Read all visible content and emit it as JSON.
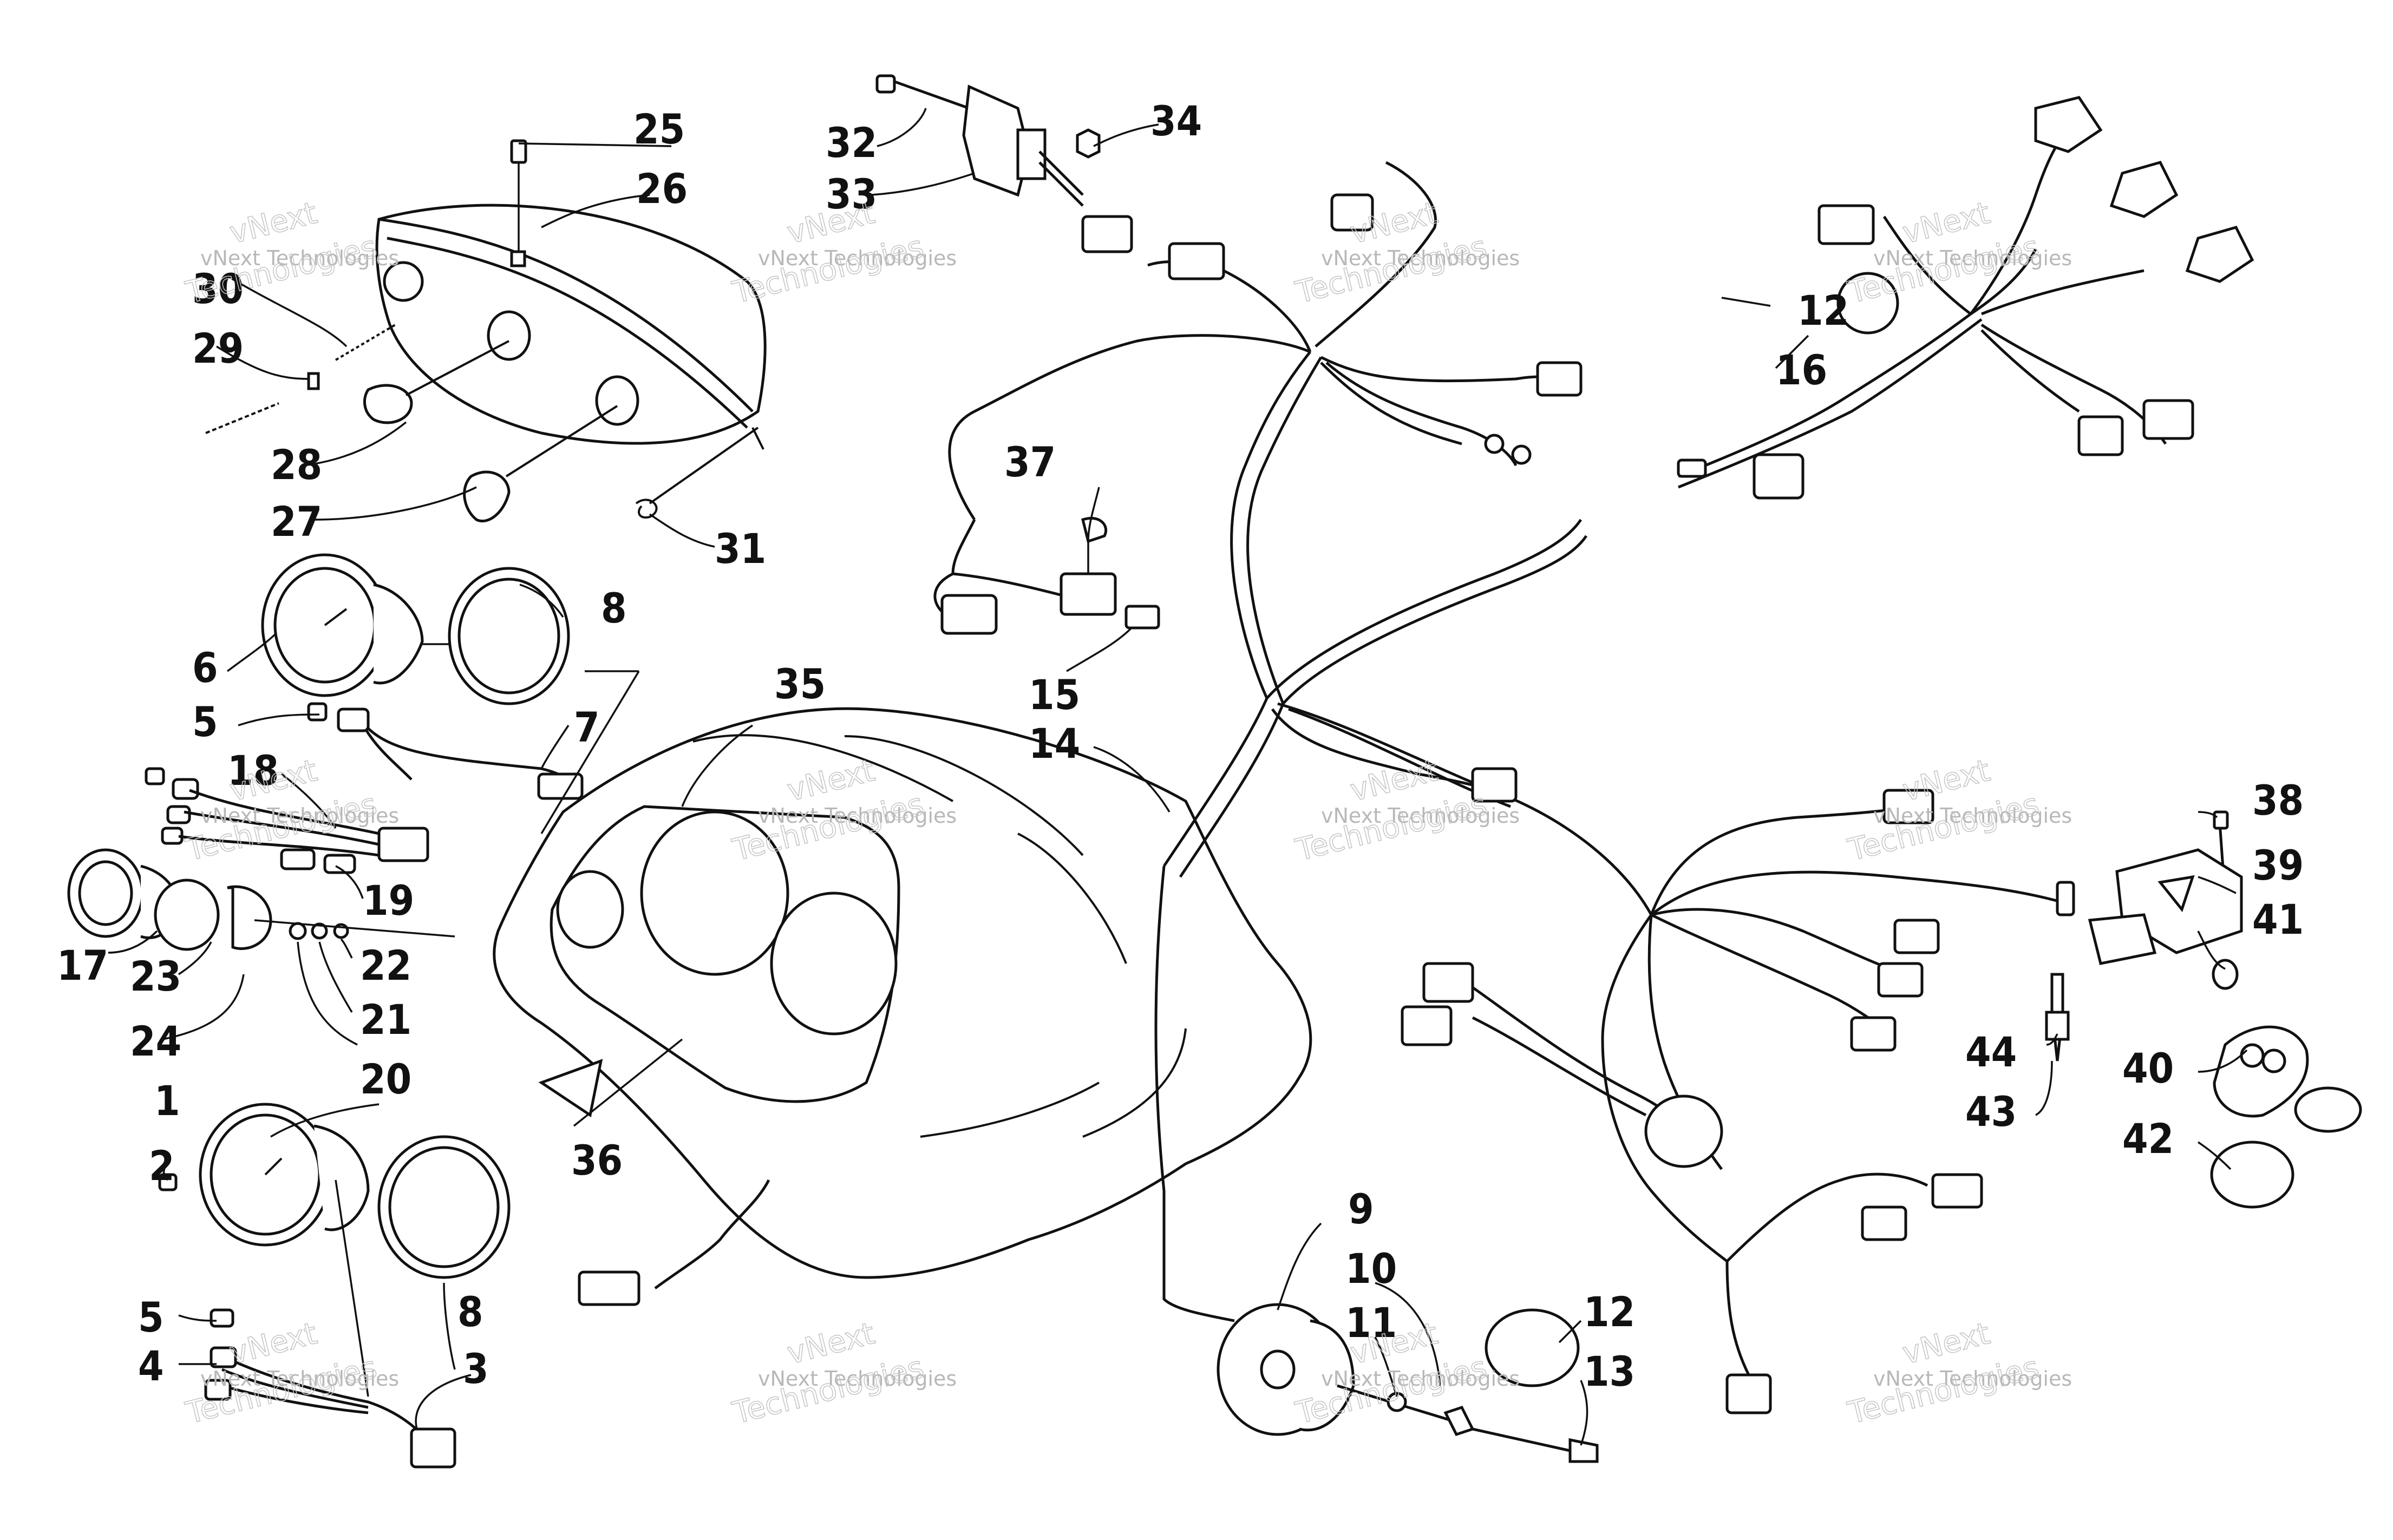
{
  "callouts": [
    {
      "label": "1"
    },
    {
      "label": "2"
    },
    {
      "label": "3"
    },
    {
      "label": "4"
    },
    {
      "label": "5"
    },
    {
      "label": "5"
    },
    {
      "label": "6"
    },
    {
      "label": "7"
    },
    {
      "label": "8"
    },
    {
      "label": "8"
    },
    {
      "label": "9"
    },
    {
      "label": "10"
    },
    {
      "label": "11"
    },
    {
      "label": "12"
    },
    {
      "label": "12"
    },
    {
      "label": "13"
    },
    {
      "label": "14"
    },
    {
      "label": "15"
    },
    {
      "label": "16"
    },
    {
      "label": "17"
    },
    {
      "label": "18"
    },
    {
      "label": "19"
    },
    {
      "label": "20"
    },
    {
      "label": "21"
    },
    {
      "label": "22"
    },
    {
      "label": "23"
    },
    {
      "label": "24"
    },
    {
      "label": "25"
    },
    {
      "label": "26"
    },
    {
      "label": "27"
    },
    {
      "label": "28"
    },
    {
      "label": "29"
    },
    {
      "label": "30"
    },
    {
      "label": "31"
    },
    {
      "label": "32"
    },
    {
      "label": "33"
    },
    {
      "label": "34"
    },
    {
      "label": "35"
    },
    {
      "label": "36"
    },
    {
      "label": "37"
    },
    {
      "label": "38"
    },
    {
      "label": "39"
    },
    {
      "label": "40"
    },
    {
      "label": "41"
    },
    {
      "label": "42"
    },
    {
      "label": "43"
    },
    {
      "label": "44"
    }
  ],
  "watermark": {
    "line1": "vNext Technologies",
    "line2": "vNext",
    "line3": "Technologies"
  },
  "colors": {
    "ink": "#111111",
    "bezel_fill": "#8a8a8a",
    "watermark": "#b8b8b8"
  }
}
